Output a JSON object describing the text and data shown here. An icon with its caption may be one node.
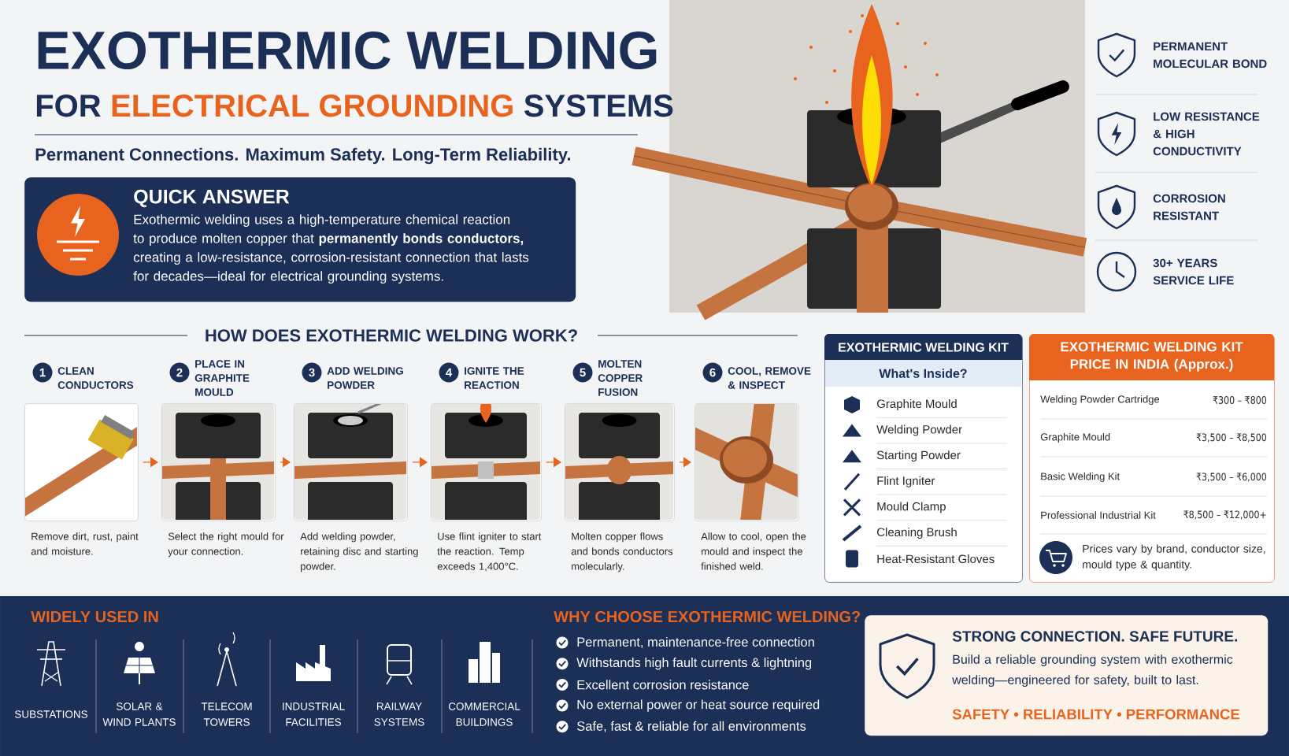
{
  "diagram": {
    "title": "EXOTHERMIC WELDING",
    "nodes": [
      {
        "text": [
          "1",
          "CLEAN CONDUCTORS",
          "Remove dirt, rust, paint and moisture."
        ]
      },
      {
        "text": [
          "2",
          "PLACE IN GRAPHITE MOULD",
          "Select the right mould for your connection."
        ]
      },
      {
        "text": [
          "3",
          "ADD WELDING POWDER",
          "Add welding powder, retaining disc and starting powder."
        ]
      },
      {
        "text": [
          "4",
          "IGNITE THE REACTION",
          "Use flint igniter to start the reaction. Temp exceeds 1,400°C."
        ]
      },
      {
        "text": [
          "5",
          "MOLTEN COPPER FUSION",
          "Molten copper flows and bonds conductors molecularly."
        ]
      },
      {
        "text": [
          "6",
          "COOL, REMOVE & INSPECT",
          "Allow to cool, open the mould and inspect the finished weld."
        ]
      },
      {
        "text": [
          "QUICK ANSWER",
          "Exothermic welding uses a high-temperature chemical reaction to produce molten copper that **permanently bonds conductors,** creating a low-resistance, corrosion-resistant connection that lasts for decades—ideal for electrical grounding systems."
        ]
      },
      {
        "text": [
          "EXOTHERMIC WELDING KIT",
          "What's Inside?"
        ]
      },
      {
        "text": [
          "EXOTHERMIC WELDING KIT PRICE IN INDIA (Approx.)"
        ]
      },
      {
        "text": [
          "STRONG CONNECTION. SAFE FUTURE.",
          "Build a reliable grounding system with exothermic welding—engineered for safety, built to last.",
          "SAFETY • RELIABILITY • PERFORMANCE"
        ]
      }
    ],
    "edges": [
      {
        "from": 0,
        "to": 1,
        "arrow": "to"
      },
      {
        "from": 1,
        "to": 2,
        "arrow": "to"
      },
      {
        "from": 2,
        "to": 3,
        "arrow": "to"
      },
      {
        "from": 3,
        "to": 4,
        "arrow": "to"
      },
      {
        "from": 4,
        "to": 5,
        "arrow": "to"
      }
    ],
    "labels": [
      "FOR",
      "ELECTRICAL GROUNDING",
      "SYSTEMS",
      "Permanent Connections. Maximum Safety. Long-Term Reliability.",
      "PERMANENT MOLECULAR BOND",
      "LOW RESISTANCE & HIGH CONDUCTIVITY",
      "CORROSION RESISTANT",
      "30+ YEARS SERVICE LIFE",
      "HOW DOES EXOTHERMIC WELDING WORK?",
      "Graphite Mould",
      "Welding Powder",
      "Starting Powder",
      "Flint Igniter",
      "Mould Clamp",
      "Cleaning Brush",
      "Heat-Resistant Gloves",
      "Welding Powder Cartridge",
      "₹300 – ₹800",
      "Graphite Mould",
      "₹3,500 – ₹8,500",
      "Basic Welding Kit",
      "₹3,500 – ₹6,000",
      "Professional Industrial Kit",
      "₹8,500 – ₹12,000+",
      "Prices vary by brand, conductor size, mould type & quantity.",
      "WIDELY USED IN",
      "SUBSTATIONS",
      "SOLAR & WIND PLANTS",
      "TELECOM TOWERS",
      "INDUSTRIAL FACILITIES",
      "RAILWAY SYSTEMS",
      "COMMERCIAL BUILDINGS",
      "WHY CHOOSE EXOTHERMIC WELDING?",
      "Permanent, maintenance-free connection",
      "Withstands high fault currents & lightning",
      "Excellent corrosion resistance",
      "No external power or heat source required",
      "Safe, fast & reliable for all environments"
    ]
  }
}
